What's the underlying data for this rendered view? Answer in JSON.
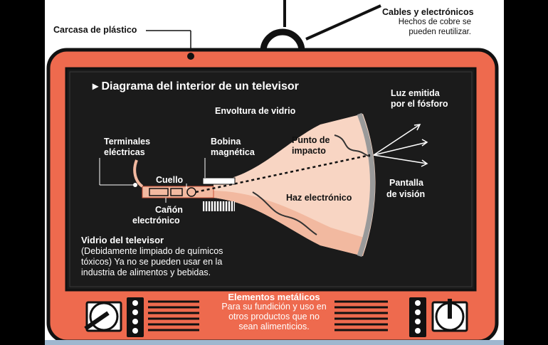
{
  "labels": {
    "carcasa": "Carcasa de plástico",
    "cables_title": "Cables y electrónicos",
    "cables_desc_1": "Hechos de cobre se",
    "cables_desc_2": "pueden reutilizar.",
    "title": "Diagrama del interior de un televisor",
    "envoltura": "Envoltura de vidrio",
    "luz_1": "Luz emitida",
    "luz_2": "por el fósforo",
    "terminales_1": "Terminales",
    "terminales_2": "eléctricas",
    "bobina_1": "Bobina",
    "bobina_2": "magnética",
    "punto_1": "Punto de",
    "punto_2": "impacto",
    "cuello": "Cuello",
    "pantalla_1": "Pantalla",
    "pantalla_2": "de visión",
    "haz": "Haz electrónico",
    "canon_1": "Cañón",
    "canon_2": "electrónico",
    "vidrio_title": "Vidrio del televisor",
    "vidrio_1": "(Debidamente limpiado de químicos",
    "vidrio_2": "tóxicos) Ya no se pueden usar en la",
    "vidrio_3": "industria de alimentos y bebidas.",
    "metal_title": "Elementos metálicos",
    "metal_1": "Para su fundición y uso en",
    "metal_2": "otros productos que no",
    "metal_3": "sean alimenticios."
  },
  "colors": {
    "tv_body": "#EE6A4E",
    "screen": "#1B1B1B",
    "glass": "#F8D5C3",
    "glass_shade": "#F2B9A0",
    "frame": "#111111"
  }
}
